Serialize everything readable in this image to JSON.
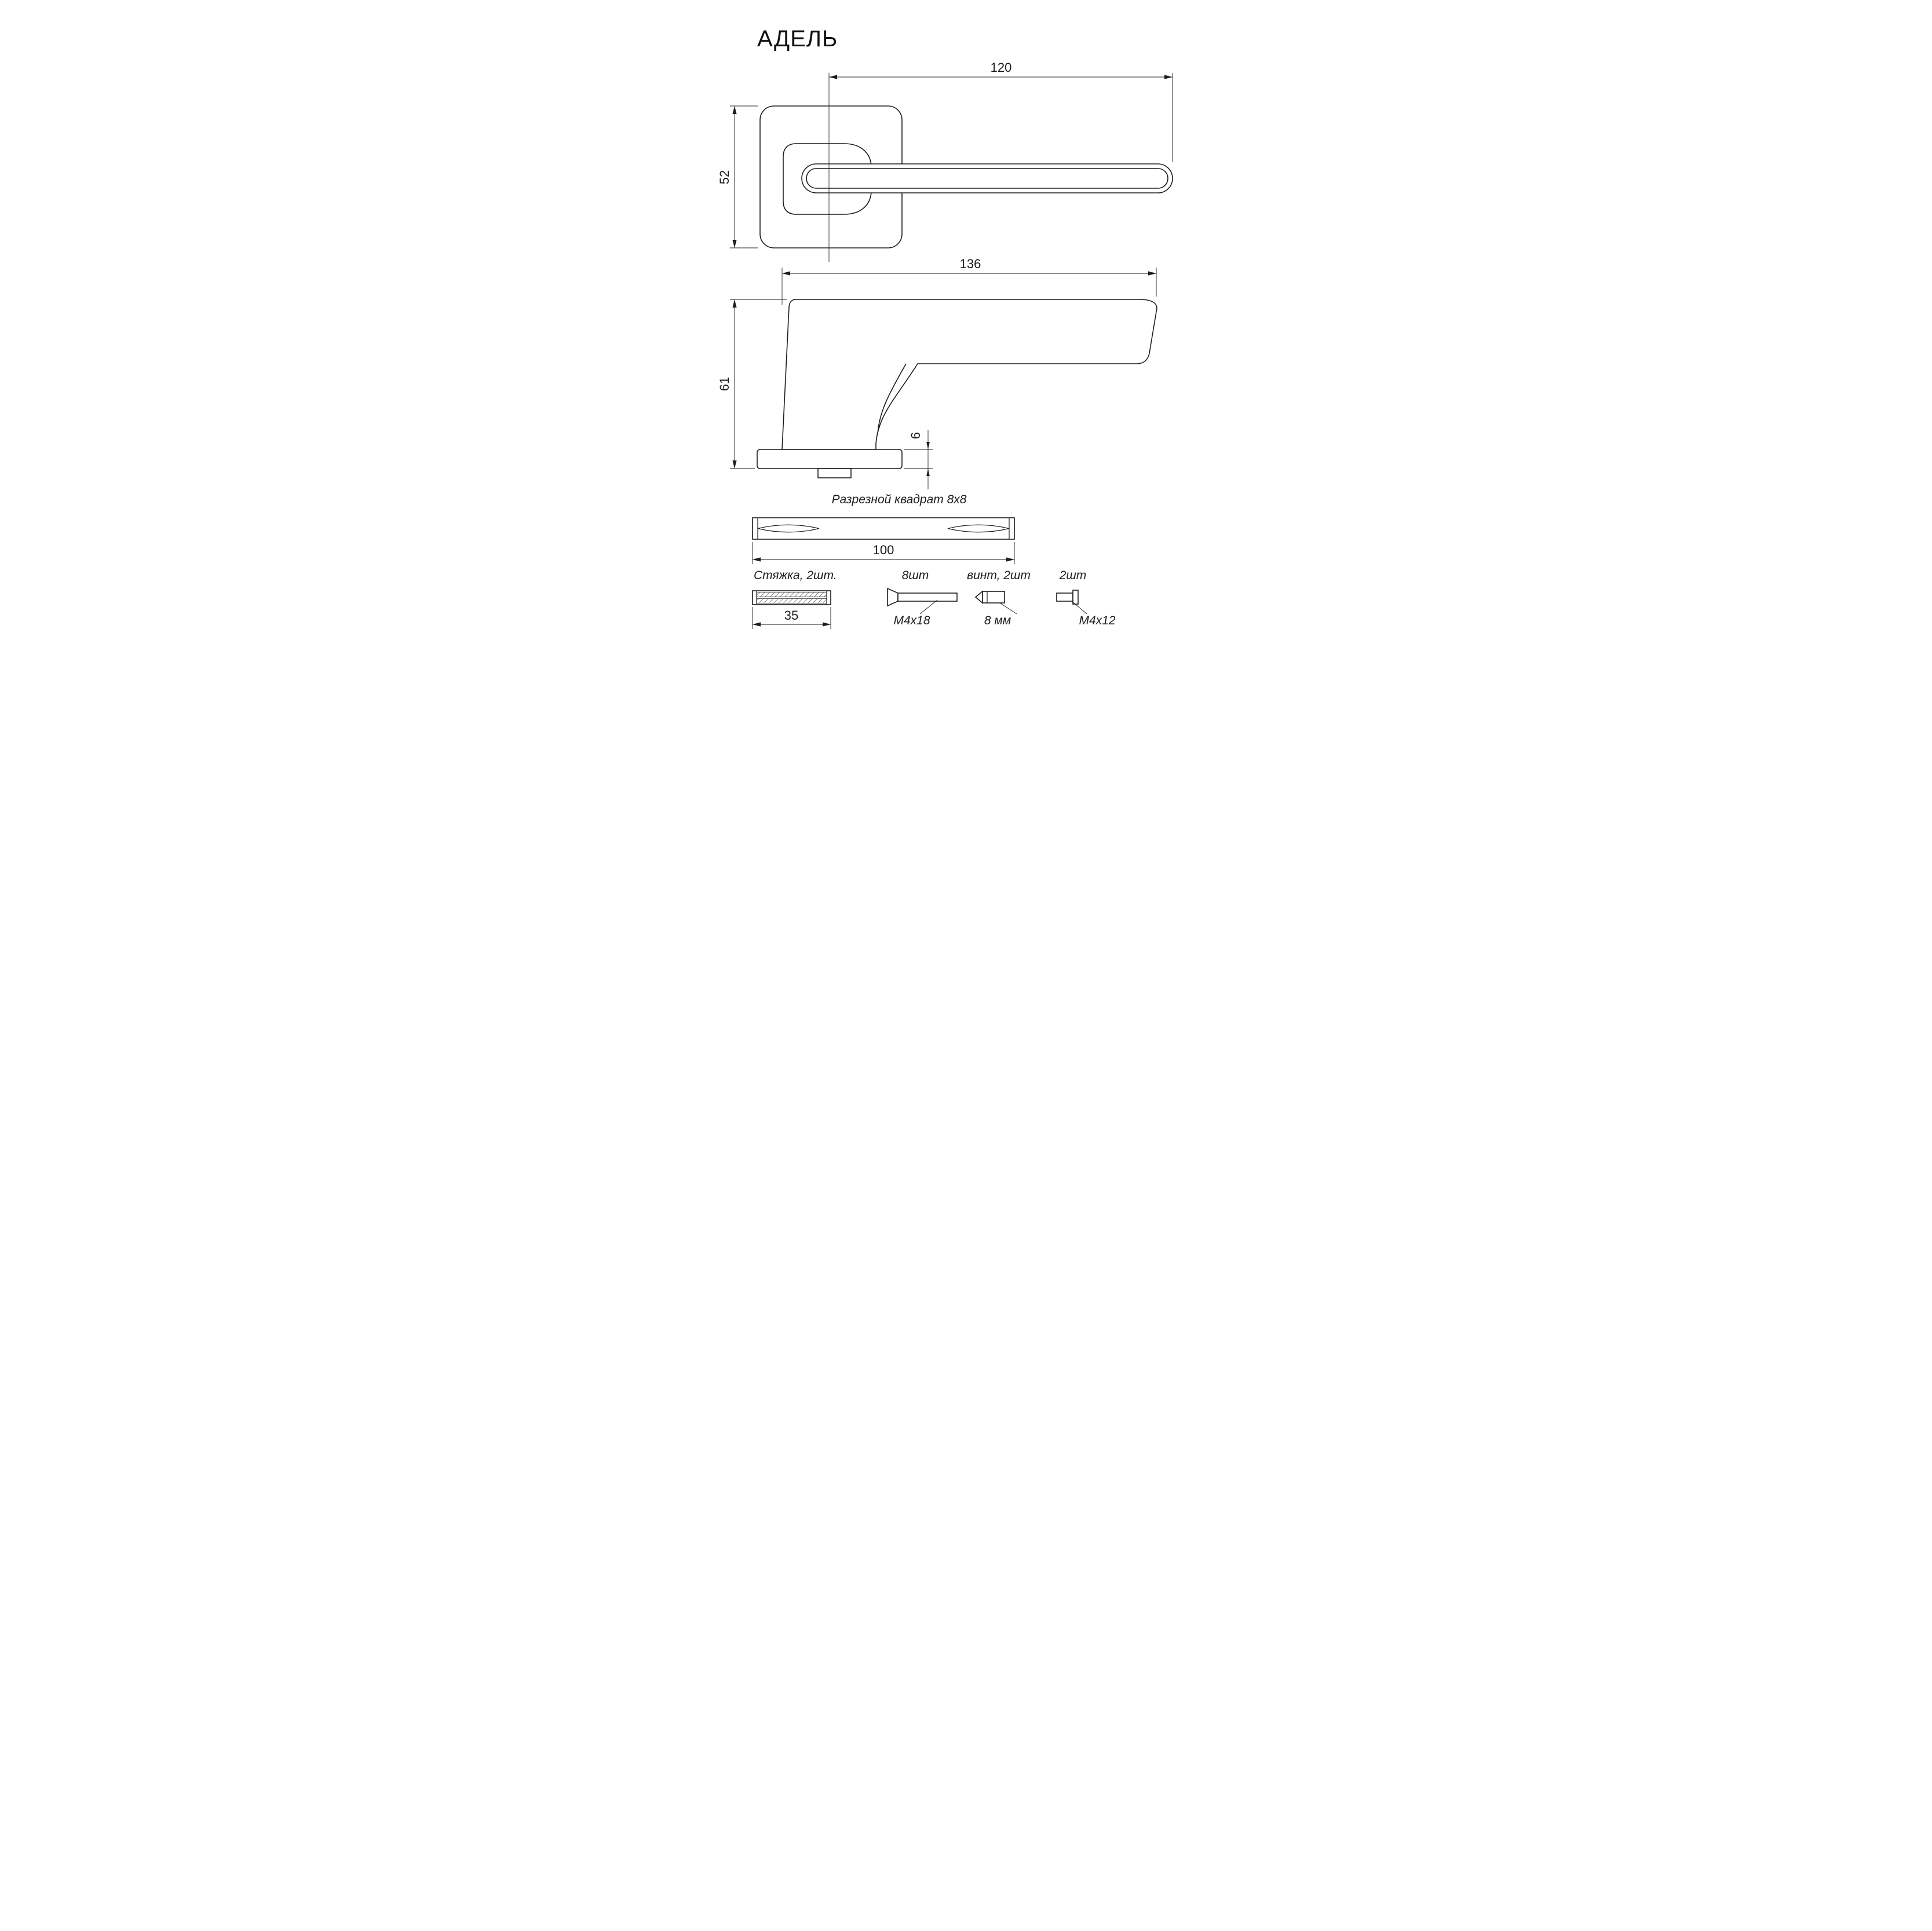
{
  "title": "АДЕЛЬ",
  "top_view": {
    "dim_lever_length": "120",
    "dim_rosette_size": "52"
  },
  "side_view": {
    "dim_total_length": "136",
    "dim_total_height": "61",
    "dim_plate_thickness": "6"
  },
  "spindle": {
    "label": "Разрезной квадрат 8x8",
    "dim_length": "100"
  },
  "hardware": {
    "tie_rod_label": "Стяжка, 2шт.",
    "tie_rod_dim": "35",
    "screw_qty": "8шт",
    "screw_spec": "M4x18",
    "set_screw_label": "винт, 2шт",
    "set_screw_spec": "8 мм",
    "nut_qty": "2шт",
    "nut_spec": "M4x12"
  }
}
